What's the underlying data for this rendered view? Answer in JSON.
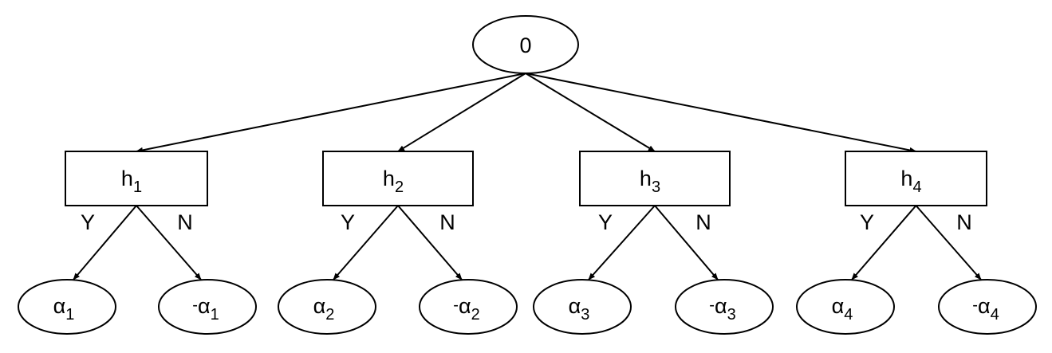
{
  "root": {
    "label": "0"
  },
  "branches": [
    {
      "decision": {
        "label": "h",
        "sub": "1"
      },
      "yes_label": "Y",
      "no_label": "N",
      "leaf_yes": {
        "prefix": "",
        "label": "α",
        "sub": "1"
      },
      "leaf_no": {
        "prefix": "-",
        "label": "α",
        "sub": "1"
      }
    },
    {
      "decision": {
        "label": "h",
        "sub": "2"
      },
      "yes_label": "Y",
      "no_label": "N",
      "leaf_yes": {
        "prefix": "",
        "label": "α",
        "sub": "2"
      },
      "leaf_no": {
        "prefix": "-",
        "label": "α",
        "sub": "2"
      }
    },
    {
      "decision": {
        "label": "h",
        "sub": "3"
      },
      "yes_label": "Y",
      "no_label": "N",
      "leaf_yes": {
        "prefix": "",
        "label": "α",
        "sub": "3"
      },
      "leaf_no": {
        "prefix": "-",
        "label": "α",
        "sub": "3"
      }
    },
    {
      "decision": {
        "label": "h",
        "sub": "4"
      },
      "yes_label": "Y",
      "no_label": "N",
      "leaf_yes": {
        "prefix": "",
        "label": "α",
        "sub": "4"
      },
      "leaf_no": {
        "prefix": "-",
        "label": "α",
        "sub": "4"
      }
    }
  ]
}
